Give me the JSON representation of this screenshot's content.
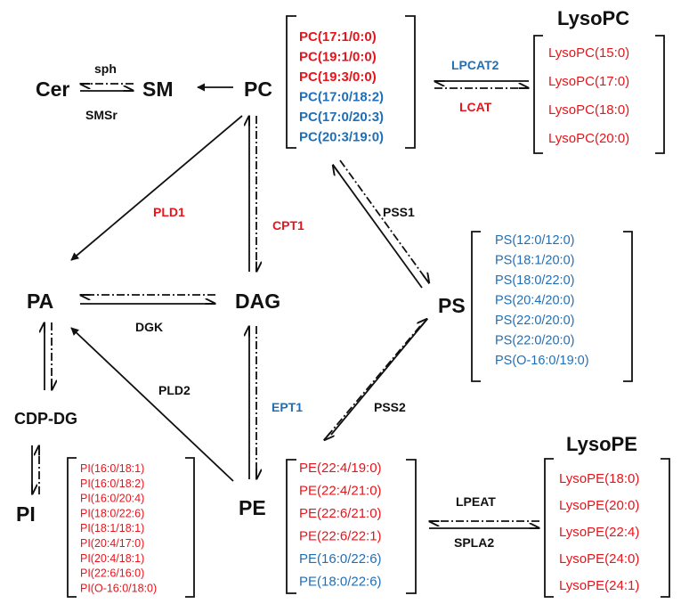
{
  "nodes": {
    "cer": "Cer",
    "sm": "SM",
    "pc": "PC",
    "pa": "PA",
    "dag": "DAG",
    "ps": "PS",
    "pe": "PE",
    "cdp_dg": "CDP-DG",
    "pi": "PI"
  },
  "enzymes": {
    "sph": "sph",
    "smsr": "SMSr",
    "pld1": "PLD1",
    "cpt1": "CPT1",
    "pss1": "PSS1",
    "dgk": "DGK",
    "pld2": "PLD2",
    "ept1": "EPT1",
    "pss2": "PSS2",
    "lpcat2": "LPCAT2",
    "lcat": "LCAT",
    "lpeat": "LPEAT",
    "spla2": "SPLA2"
  },
  "titles": {
    "lysopc": "LysoPC",
    "lysope": "LysoPE"
  },
  "colors": {
    "red": "#e8141b",
    "blue": "#1f6fb8",
    "black": "#111111"
  },
  "lists": {
    "pc": [
      {
        "text": "PC(17:1/0:0)",
        "color": "red"
      },
      {
        "text": "PC(19:1/0:0)",
        "color": "red"
      },
      {
        "text": "PC(19:3/0:0)",
        "color": "red"
      },
      {
        "text": "PC(17:0/18:2)",
        "color": "blue"
      },
      {
        "text": "PC(17:0/20:3)",
        "color": "blue"
      },
      {
        "text": "PC(20:3/19:0)",
        "color": "blue"
      }
    ],
    "lysopc": [
      {
        "text": "LysoPC(15:0)",
        "color": "red"
      },
      {
        "text": "LysoPC(17:0)",
        "color": "red"
      },
      {
        "text": "LysoPC(18:0)",
        "color": "red"
      },
      {
        "text": "LysoPC(20:0)",
        "color": "red"
      }
    ],
    "ps": [
      {
        "text": "PS(12:0/12:0)",
        "color": "blue"
      },
      {
        "text": "PS(18:1/20:0)",
        "color": "blue"
      },
      {
        "text": "PS(18:0/22:0)",
        "color": "blue"
      },
      {
        "text": "PS(20:4/20:0)",
        "color": "blue"
      },
      {
        "text": "PS(22:0/20:0)",
        "color": "blue"
      },
      {
        "text": "PS(22:0/20:0)",
        "color": "blue"
      },
      {
        "text": "PS(O-16:0/19:0)",
        "color": "blue"
      }
    ],
    "pi": [
      {
        "text": "PI(16:0/18:1)",
        "color": "red"
      },
      {
        "text": "PI(16:0/18:2)",
        "color": "red"
      },
      {
        "text": "PI(16:0/20:4)",
        "color": "red"
      },
      {
        "text": "PI(18:0/22:6)",
        "color": "red"
      },
      {
        "text": "PI(18:1/18:1)",
        "color": "red"
      },
      {
        "text": "PI(20:4/17:0)",
        "color": "red"
      },
      {
        "text": "PI(20:4/18:1)",
        "color": "red"
      },
      {
        "text": "PI(22:6/16:0)",
        "color": "red"
      },
      {
        "text": "PI(O-16:0/18:0)",
        "color": "red"
      }
    ],
    "pe": [
      {
        "text": "PE(22:4/19:0)",
        "color": "red"
      },
      {
        "text": "PE(22:4/21:0)",
        "color": "red"
      },
      {
        "text": "PE(22:6/21:0)",
        "color": "red"
      },
      {
        "text": "PE(22:6/22:1)",
        "color": "red"
      },
      {
        "text": "PE(16:0/22:6)",
        "color": "blue"
      },
      {
        "text": "PE(18:0/22:6)",
        "color": "blue"
      }
    ],
    "lysope": [
      {
        "text": "LysoPE(18:0)",
        "color": "red"
      },
      {
        "text": "LysoPE(20:0)",
        "color": "red"
      },
      {
        "text": "LysoPE(22:4)",
        "color": "red"
      },
      {
        "text": "LysoPE(24:0)",
        "color": "red"
      },
      {
        "text": "LysoPE(24:1)",
        "color": "red"
      }
    ]
  }
}
